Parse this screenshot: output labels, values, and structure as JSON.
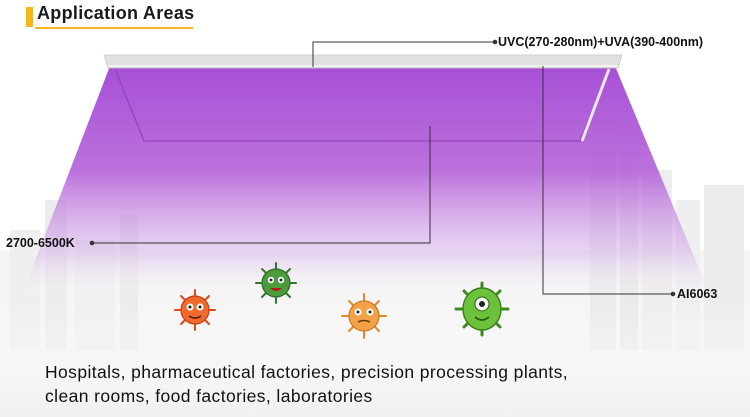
{
  "header": {
    "title": "Application Areas"
  },
  "callouts": {
    "uv_spec": "UVC(270-280nm)+UVA(390-400nm)",
    "color_temp": "2700-6500K",
    "material": "AI6063"
  },
  "footer": {
    "line1": "Hospitals, pharmaceutical factories, precision processing plants,",
    "line2": "clean rooms, food factories, laboratories"
  },
  "colors": {
    "accent": "#f5b51c",
    "uv_light": "#a64fd6",
    "fixture": "#d9d9d9"
  },
  "icons": [
    "virus-orange-icon",
    "virus-green-icon",
    "virus-tan-icon",
    "virus-lime-icon"
  ]
}
